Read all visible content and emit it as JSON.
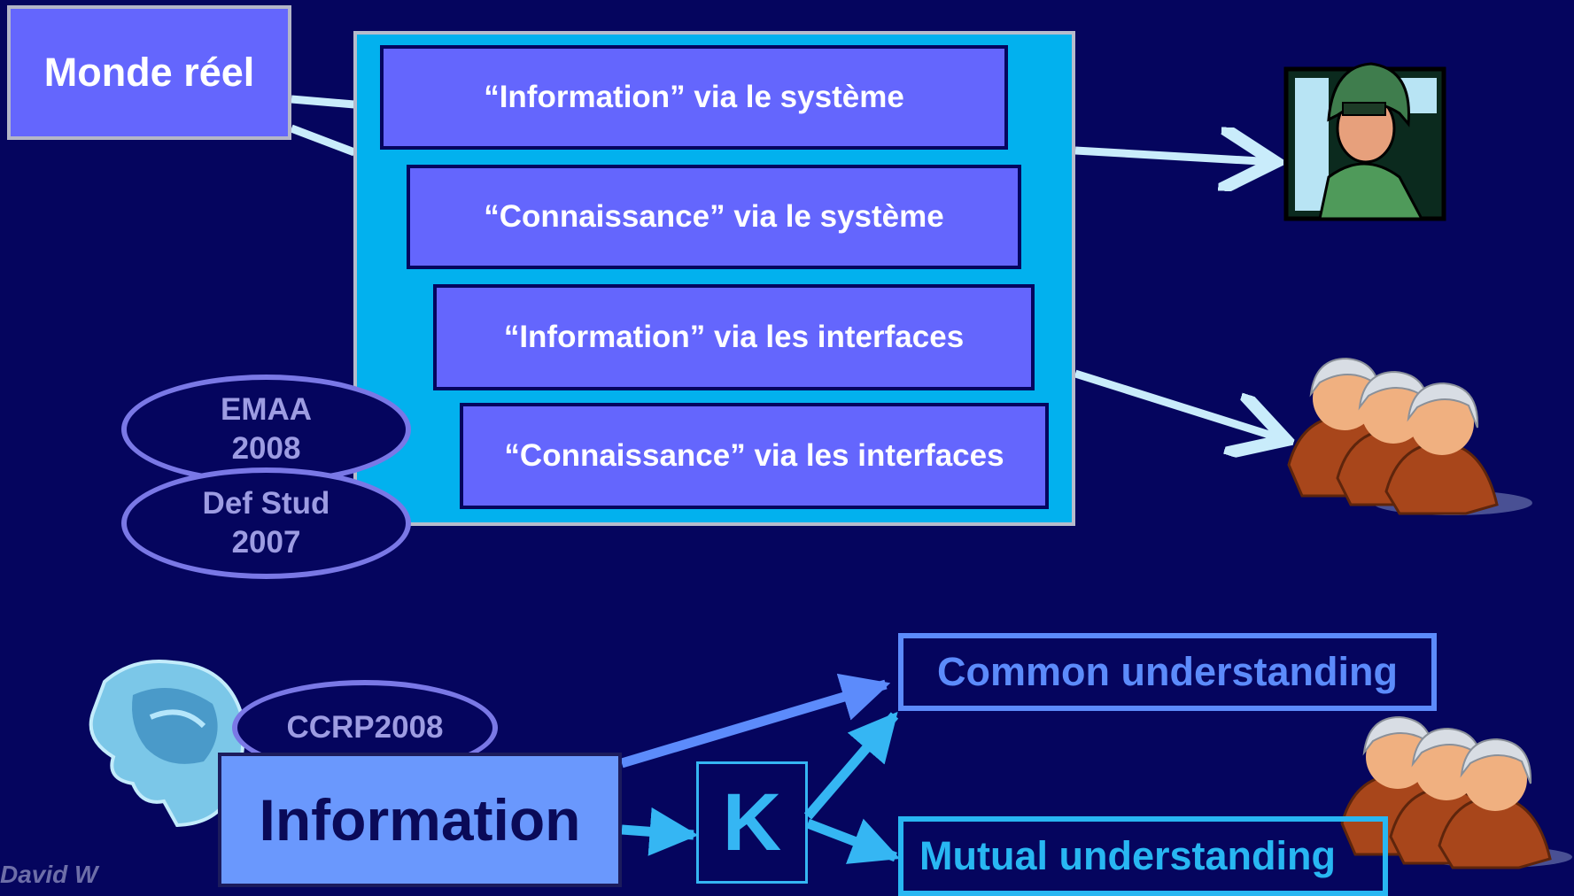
{
  "real_world": {
    "label": "Monde réel"
  },
  "layers": [
    {
      "label": "“Information” via le système"
    },
    {
      "label": "“Connaissance” via le système"
    },
    {
      "label": "“Information” via les interfaces"
    },
    {
      "label": "“Connaissance” via les interfaces"
    }
  ],
  "references": [
    {
      "line1": "EMAA",
      "line2": "2008"
    },
    {
      "line1": "Def Stud",
      "line2": "2007"
    },
    {
      "line1": "CCRP2008"
    }
  ],
  "information": {
    "label": "Information"
  },
  "knowledge": {
    "label": "K"
  },
  "outcomes": {
    "common": "Common understanding",
    "mutual": "Mutual understanding"
  },
  "author": "David W",
  "icons": [
    "pilot-icon",
    "crew-group-icon",
    "brain-scan-icon",
    "crew-group-icon"
  ],
  "colors": {
    "background": "#05055e",
    "box": "#6466fd",
    "panel": "#02b1ee",
    "common": "#5c8bfb",
    "mutual": "#28b7f2"
  }
}
